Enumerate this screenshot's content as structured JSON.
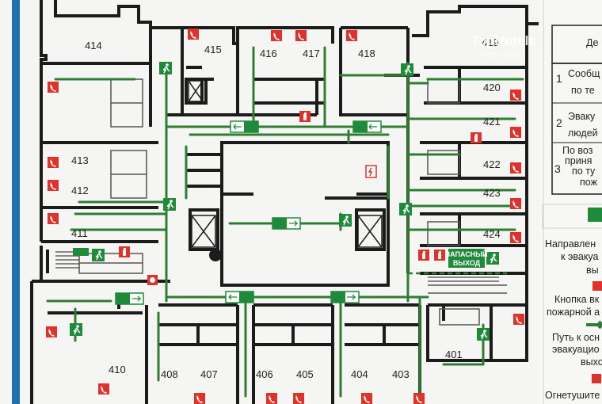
{
  "rooms": {
    "r414": "414",
    "r415": "415",
    "r416": "416",
    "r417": "417",
    "r418": "418",
    "r419": "419",
    "r420": "420",
    "r421": "421",
    "r422": "422",
    "r423": "423",
    "r424": "424",
    "r413": "413",
    "r412": "412",
    "r411": "411",
    "r410": "410",
    "r408": "408",
    "r407": "407",
    "r406": "406",
    "r405": "405",
    "r404": "404",
    "r403": "403",
    "r401": "401"
  },
  "spare_exit": {
    "line1": "ЗАПАСНЫЙ",
    "line2": "ВЫХОД"
  },
  "legend": {
    "title": "Де",
    "items": [
      {
        "num": "1",
        "line1": "Сообщ",
        "line2": "по те"
      },
      {
        "num": "2",
        "line1": "Эваку",
        "line2": "людей"
      },
      {
        "num": "3",
        "line1": "По воз",
        "line2": "приня",
        "line3": "по ту",
        "line4": "пож"
      }
    ],
    "signs": [
      {
        "line1": "Направлен",
        "line2": "к эвакуа",
        "line3": "вы"
      },
      {
        "line1": "Кнопка вк",
        "line2": "пожарной а"
      },
      {
        "line1": "Путь к осн",
        "line2": "эвакуацио",
        "line3": "выхо"
      },
      {
        "line1": "Огнетушите"
      }
    ]
  },
  "watermark": {
    "brand": "TopHotels",
    "sub": "ФОТО ТУРИСТА"
  },
  "colors": {
    "wall": "#1b1b1b",
    "path": "#2e7d32",
    "sign_green": "#1f8a3a",
    "sign_red": "#e0312b",
    "frame_blue": "#1f6fb5"
  }
}
